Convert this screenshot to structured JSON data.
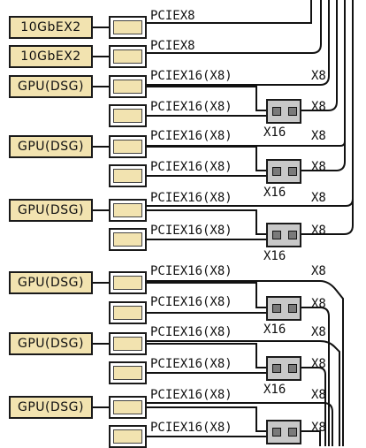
{
  "devices": {
    "nic_1": "10GbEX2",
    "nic_2": "10GbEX2",
    "gpu_1": "GPU(DSG)",
    "gpu_2": "GPU(DSG)",
    "gpu_3": "GPU(DSG)",
    "gpu_4": "GPU(DSG)",
    "gpu_5": "GPU(DSG)",
    "gpu_6": "GPU(DSG)"
  },
  "slot_labels": {
    "s1": "PCIEX8",
    "s2": "PCIEX8",
    "s3": "PCIEX16(X8)",
    "s4": "PCIEX16(X8)",
    "s5": "PCIEX16(X8)",
    "s6": "PCIEX16(X8)",
    "s7": "PCIEX16(X8)",
    "s8": "PCIEX16(X8)",
    "s9": "PCIEX16(X8)",
    "s10": "PCIEX16(X8)",
    "s11": "PCIEX16(X8)",
    "s12": "PCIEX16(X8)",
    "s13": "PCIEX16(X8)",
    "s14": "PCIEX16(X8)"
  },
  "lane_labels": {
    "top_1": "X8",
    "top_2": "X8",
    "top_3": "X8",
    "top_4": "X8",
    "top_5": "X8",
    "top_6": "X8",
    "sw_out_1": "X8",
    "sw_out_2": "X8",
    "sw_out_3": "X8",
    "sw_out_4": "X8",
    "sw_out_5": "X8",
    "sw_out_6": "X8",
    "sw_in_1": "X16",
    "sw_in_2": "X16",
    "sw_in_3": "X16",
    "sw_in_4": "X16",
    "sw_in_5": "X16"
  }
}
